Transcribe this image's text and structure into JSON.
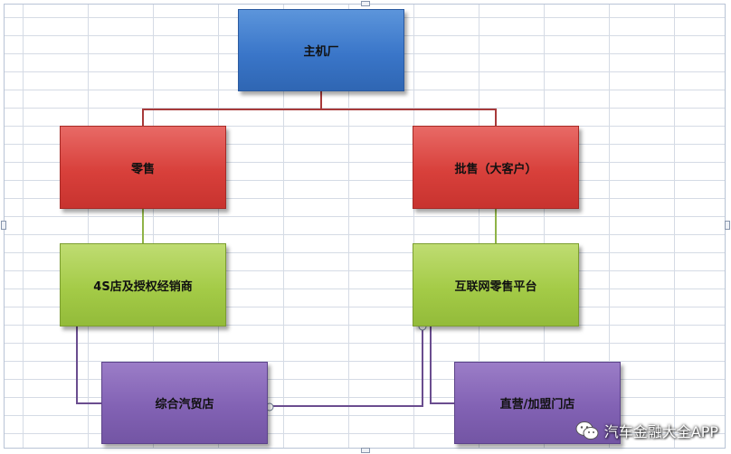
{
  "nodes": {
    "manufacturer": "主机厂",
    "retail": "零售",
    "wholesale": "批售（大客户）",
    "dealer_4s": "4S店及授权经销商",
    "internet_platform": "互联网零售平台",
    "auto_trade_store": "综合汽贸店",
    "direct_franchise": "直营/加盟门店"
  },
  "watermark": {
    "text": "汽车金融大全APP",
    "icon": "wechat-icon"
  },
  "colors": {
    "top_level": "#3a76c9",
    "second_level": "#d8403b",
    "third_level": "#a4cb47",
    "fourth_level": "#8262b4",
    "connector_top": "#a83a3a",
    "connector_mid": "#8fb347",
    "connector_bottom": "#6a4d8f"
  }
}
